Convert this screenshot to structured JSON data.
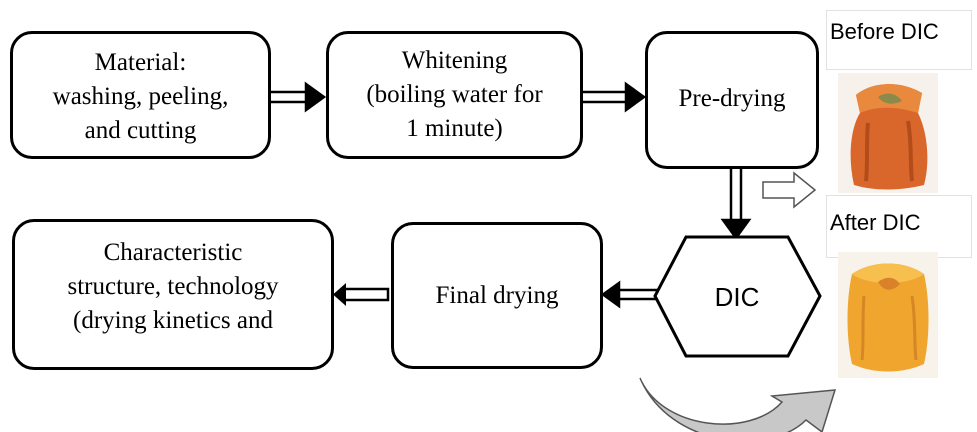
{
  "steps": {
    "material": {
      "lines": [
        "Material:",
        "washing, peeling,",
        "and cutting"
      ]
    },
    "whitening": {
      "lines": [
        "Whitening",
        "(boiling water for",
        "1 minute)"
      ]
    },
    "predrying": {
      "lines": [
        "Pre-drying"
      ]
    },
    "dic": {
      "label": "DIC"
    },
    "final_drying": {
      "lines": [
        "Final drying"
      ]
    },
    "characteristic": {
      "lines": [
        "Characteristic",
        "structure, technology",
        "(drying kinetics and"
      ]
    }
  },
  "samples": {
    "before": {
      "label": "Before DIC",
      "color": "#d9662a"
    },
    "after": {
      "label": "After DIC",
      "color": "#f0a62e"
    }
  },
  "colors": {
    "stroke": "#000000",
    "curved_arrow_fill": "#c8c8c8"
  }
}
